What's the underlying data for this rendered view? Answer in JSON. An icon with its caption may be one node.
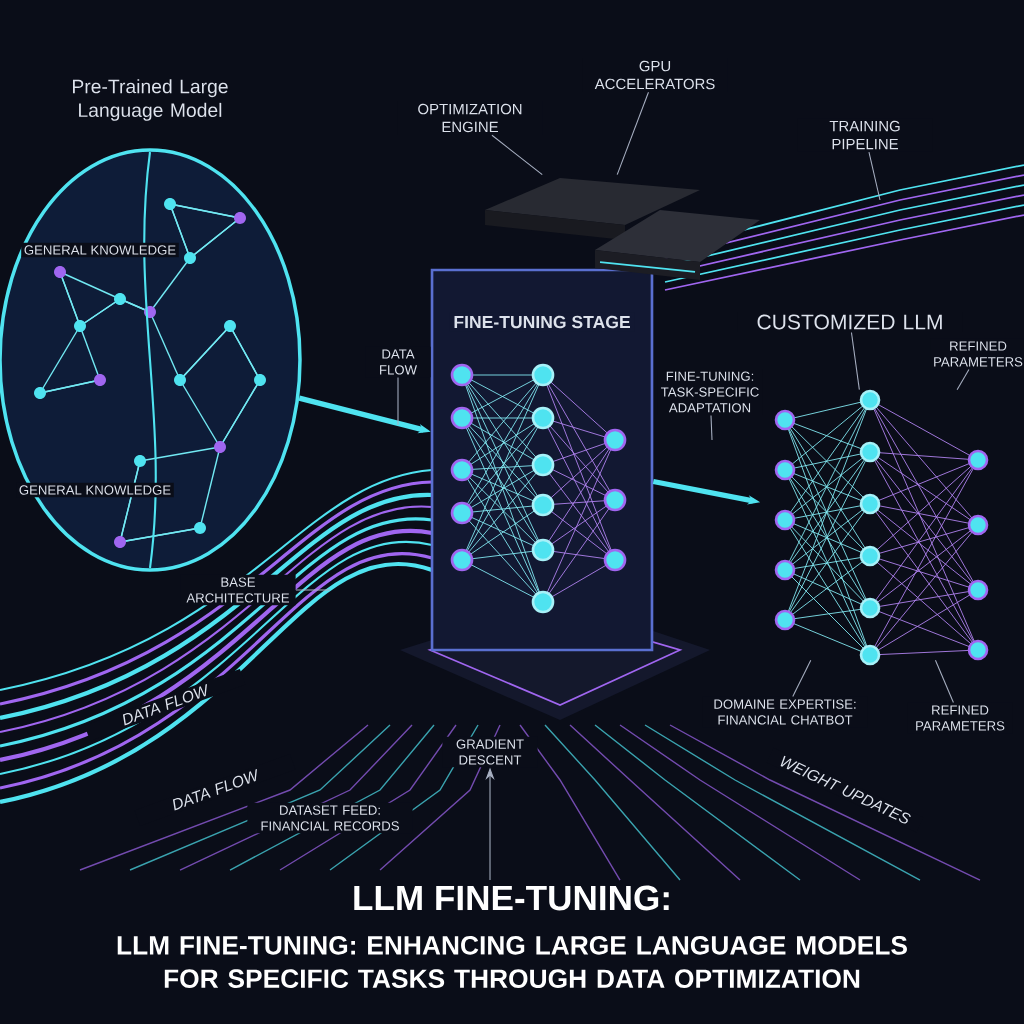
{
  "diagram": {
    "title": "LLM FINE-TUNING:",
    "caption": "LLM FINE-TUNING: ENHANCING LARGE LANGUAGE MODELS FOR SPECIFIC TASKS THROUGH DATA OPTIMIZATION",
    "nodes": [
      {
        "text": [
          "Pre-Trained Large Language Model",
          "GENERAL KNOWLEDGE",
          "GENERAL KNOWLEDGE"
        ]
      },
      {
        "text": [
          "FINE-TUNING STAGE"
        ]
      },
      {
        "text": [],
        "shape": "picture"
      },
      {
        "text": [],
        "shape": "picture"
      },
      {
        "text": [
          "OPTIMIZATION ENGINE"
        ]
      },
      {
        "text": [
          "GPU ACCELERATORS"
        ]
      },
      {
        "text": [
          "TRAINING PIPELINE"
        ]
      },
      {
        "text": [
          "DATA FLOW"
        ]
      },
      {
        "text": [
          "BASE ARCHITECTURE"
        ]
      },
      {
        "text": [
          "CUSTOMIZED LLM"
        ]
      },
      {
        "text": [
          "FINE-TUNING: TASK-SPECIFIC ADAPTATION"
        ]
      },
      {
        "text": [
          "REFINED PARAMETERS"
        ]
      },
      {
        "text": [
          "DOMAINE EXPERTISE: FINANCIAL CHATBOT"
        ]
      },
      {
        "text": [
          "REFINED PARAMETERS"
        ]
      },
      {
        "text": [
          "GRADIENT DESCENT"
        ]
      }
    ],
    "edges": [
      {
        "from": 0,
        "to": 1,
        "arrow": "to",
        "style": "thick",
        "color": "#4fe3f0"
      },
      {
        "from": 1,
        "to": 2,
        "arrow": "to",
        "style": "thick",
        "color": "#4fe3f0"
      },
      {
        "from": 4,
        "to": 3,
        "arrow": "none"
      },
      {
        "from": 5,
        "to": 3,
        "arrow": "none"
      },
      {
        "from": 6,
        "to": null,
        "arrow": "none"
      },
      {
        "from": 7,
        "to": null,
        "arrow": "none"
      },
      {
        "from": 8,
        "to": null,
        "arrow": "none"
      },
      {
        "from": 9,
        "to": 2,
        "arrow": "none"
      },
      {
        "from": 10,
        "to": null,
        "arrow": "none"
      },
      {
        "from": 11,
        "to": 2,
        "arrow": "none"
      },
      {
        "from": 12,
        "to": 2,
        "arrow": "none"
      },
      {
        "from": 13,
        "to": 2,
        "arrow": "none"
      },
      {
        "from": null,
        "to": 14,
        "arrow": "to"
      }
    ],
    "labels": [
      "DATA FLOW",
      "DATA FLOW",
      "DATASET FEED: FINANCIAL RECORDS",
      "WEIGHT UPDATES"
    ]
  }
}
